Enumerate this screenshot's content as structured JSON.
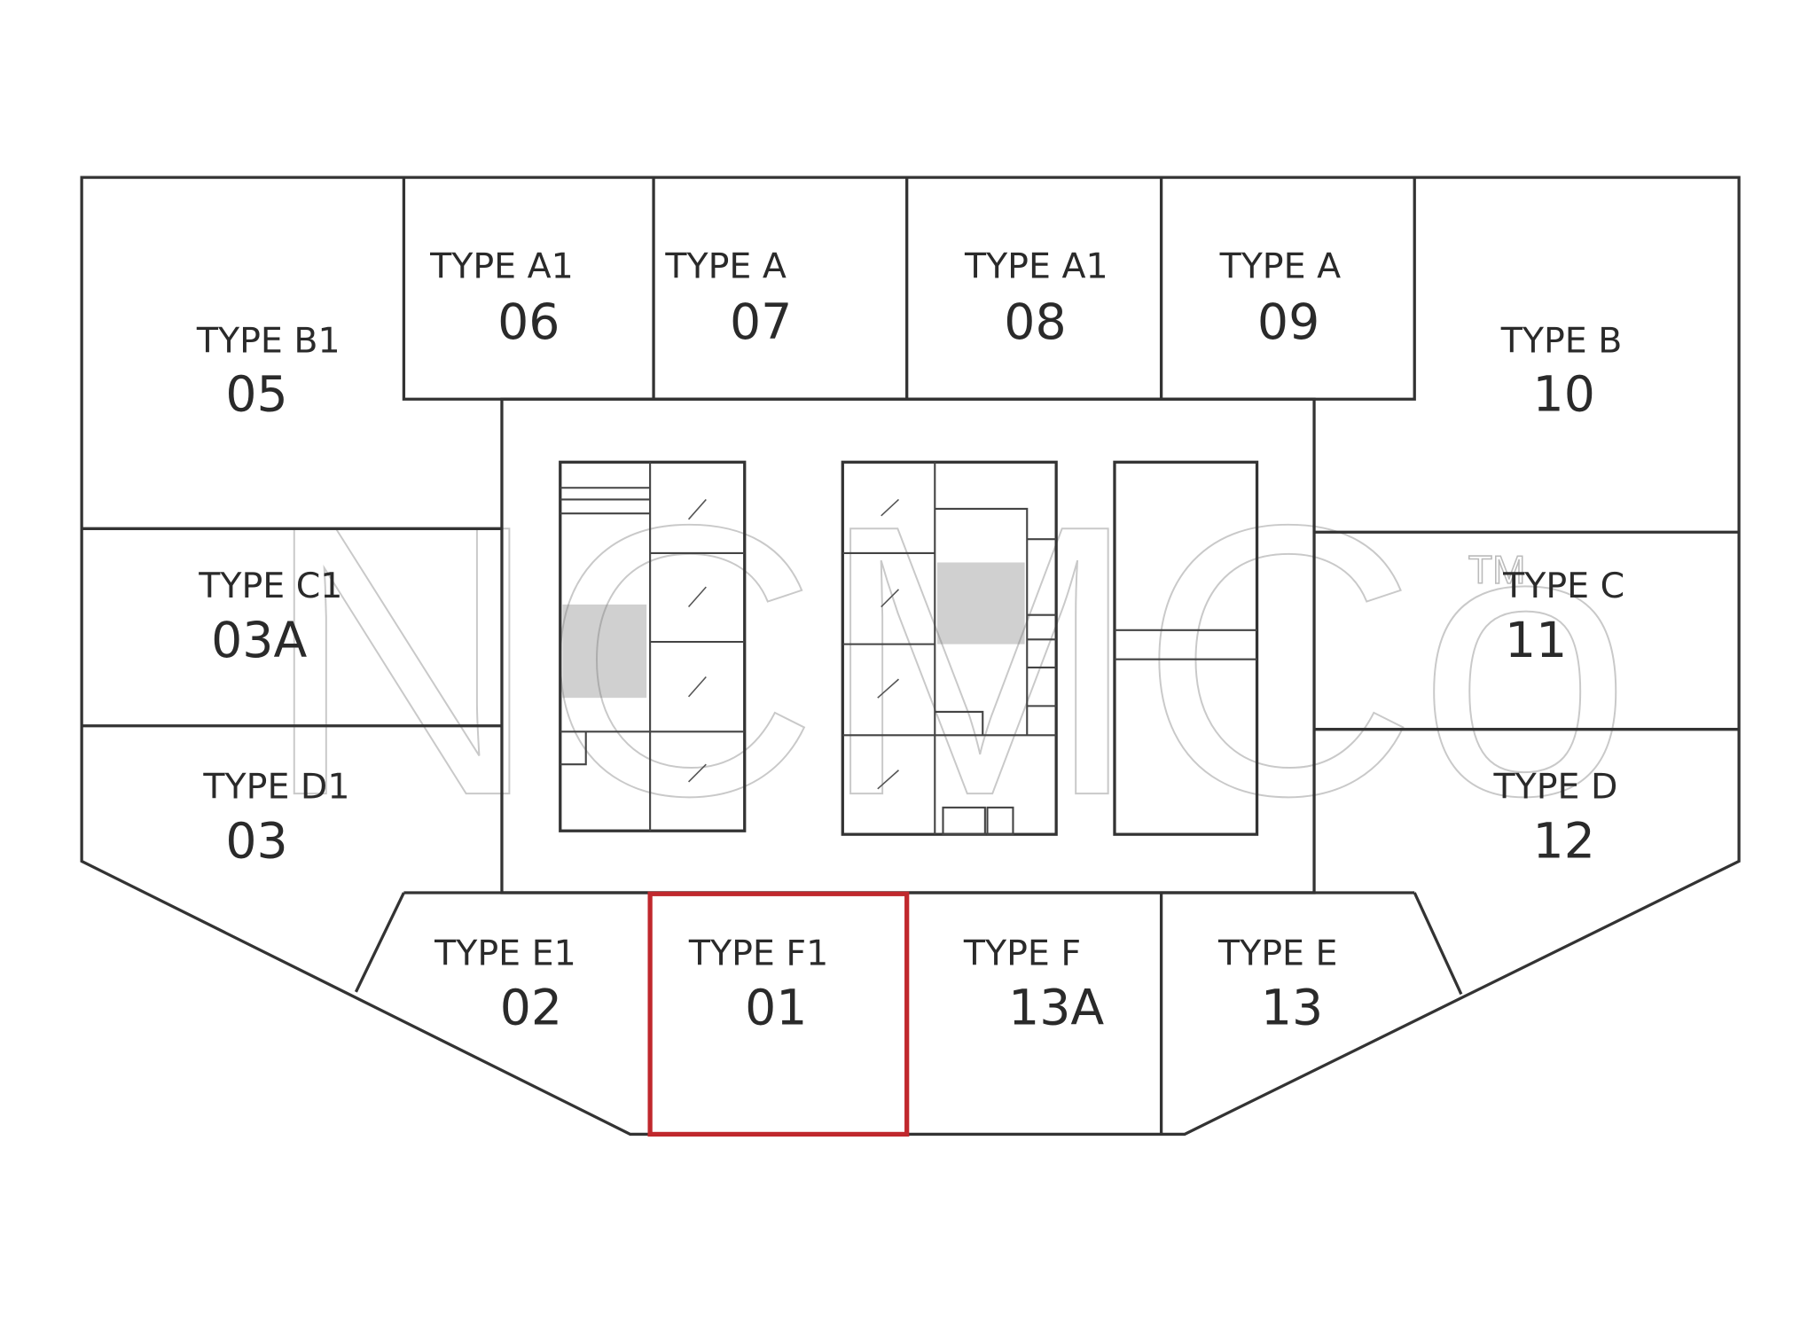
{
  "watermark": {
    "text": "NCMCo",
    "trademark": "TM"
  },
  "highlight_color": "#c0282d",
  "highlighted_unit": "01",
  "units": [
    {
      "type": "TYPE B1",
      "number": "05"
    },
    {
      "type": "TYPE A1",
      "number": "06"
    },
    {
      "type": "TYPE A",
      "number": "07"
    },
    {
      "type": "TYPE A1",
      "number": "08"
    },
    {
      "type": "TYPE A",
      "number": "09"
    },
    {
      "type": "TYPE B",
      "number": "10"
    },
    {
      "type": "TYPE C1",
      "number": "03A"
    },
    {
      "type": "TYPE C",
      "number": "11"
    },
    {
      "type": "TYPE D1",
      "number": "03"
    },
    {
      "type": "TYPE D",
      "number": "12"
    },
    {
      "type": "TYPE E1",
      "number": "02"
    },
    {
      "type": "TYPE F1",
      "number": "01"
    },
    {
      "type": "TYPE F",
      "number": "13A"
    },
    {
      "type": "TYPE E",
      "number": "13"
    }
  ]
}
